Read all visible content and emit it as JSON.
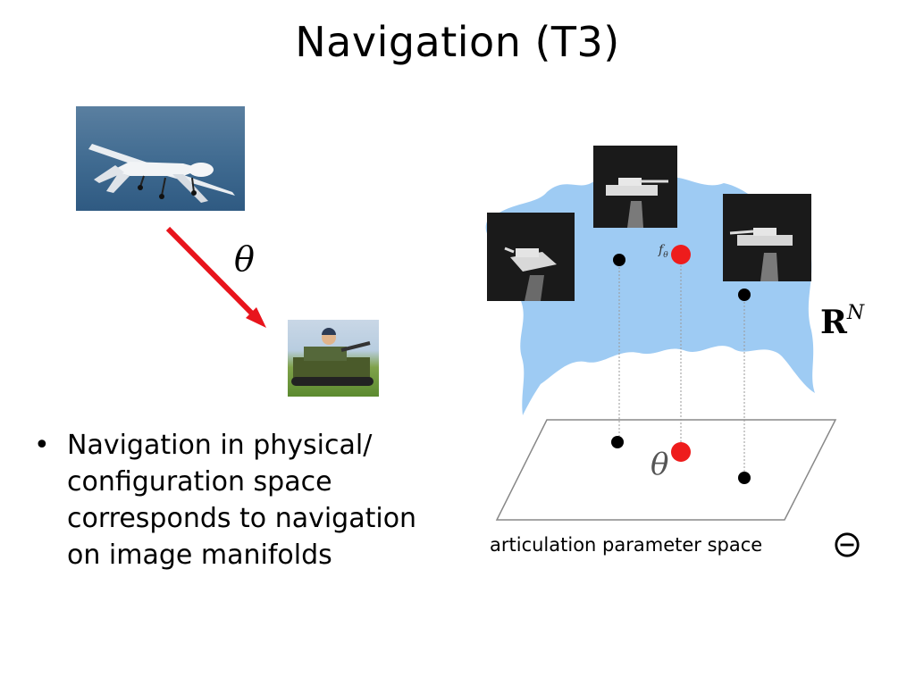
{
  "slide": {
    "title": "Navigation (T3)"
  },
  "left_panel": {
    "arrow_label": "θ",
    "arrow_color": "#e8141c"
  },
  "bullets": [
    {
      "marker": "•",
      "text": "Navigation in physical/ configuration space corresponds to navigation on image manifolds"
    }
  ],
  "manifold": {
    "space_label": "R",
    "space_superscript": "N",
    "point_label": "f",
    "point_label_subscript": "θ",
    "plane_point_label": "θ",
    "fill_color": "#9ecbf3",
    "highlight_color": "#ee1c1c"
  },
  "caption": {
    "text": "articulation parameter space",
    "symbol_name": "big-theta-icon"
  }
}
